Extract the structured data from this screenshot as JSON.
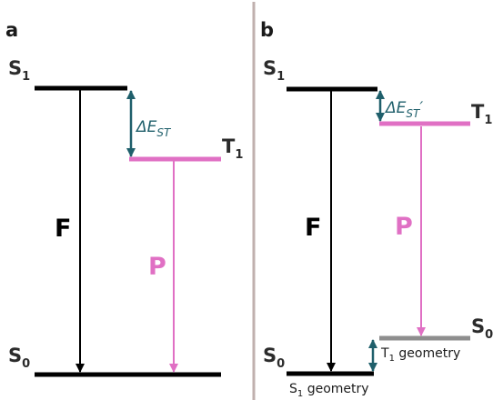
{
  "colors": {
    "singlet": "#000000",
    "triplet": "#e070c4",
    "ground_t1_geometry": "#8e8e8e",
    "gap_arrow": "#1f5f6b",
    "divider": "#c0b0ae"
  },
  "panel_a": {
    "letter": "a",
    "s1": {
      "base": "S",
      "sub": "1"
    },
    "t1": {
      "base": "T",
      "sub": "1"
    },
    "s0": {
      "base": "S",
      "sub": "0"
    },
    "gap": {
      "base": "ΔE",
      "sub": "ST",
      "prime": ""
    },
    "fluorescence": "F",
    "phosphorescence": "P"
  },
  "panel_b": {
    "letter": "b",
    "s1": {
      "base": "S",
      "sub": "1"
    },
    "t1": {
      "base": "T",
      "sub": "1"
    },
    "s0": {
      "base": "S",
      "sub": "0"
    },
    "s0_t1geom": {
      "base": "S",
      "sub": "0"
    },
    "gap": {
      "base": "ΔE",
      "sub": "ST",
      "prime": "′"
    },
    "fluorescence": "F",
    "phosphorescence": "P",
    "t1_geometry": {
      "base": "T",
      "sub": "1",
      "rest": " geometry"
    },
    "s1_geometry": {
      "base": "S",
      "sub": "1",
      "rest": " geometry"
    }
  }
}
